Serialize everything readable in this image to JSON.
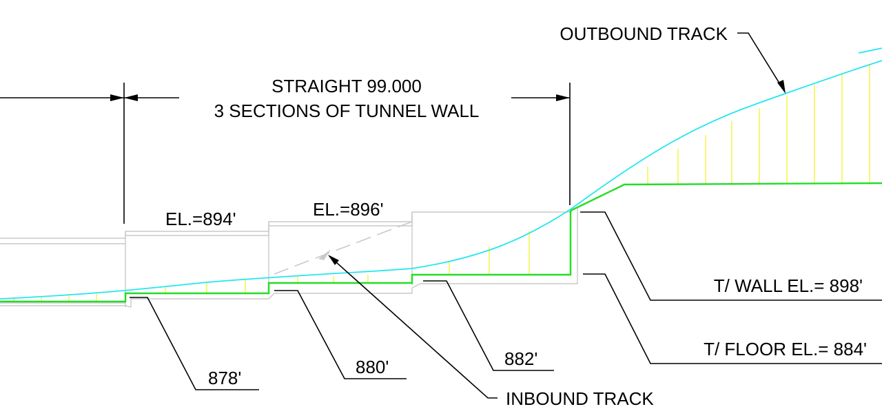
{
  "dimension": {
    "line1": "STRAIGHT 99.000",
    "line2": "3 SECTIONS OF TUNNEL WALL"
  },
  "labels": {
    "outbound_track": "OUTBOUND TRACK",
    "inbound_track": "INBOUND TRACK",
    "el_894": "EL.=894'",
    "el_896": "EL.=896'",
    "wall_el": "T/ WALL EL.= 898'",
    "floor_el": "T/ FLOOR EL.= 884'",
    "el_878": "878'",
    "el_880": "880'",
    "el_882": "882'"
  },
  "colors": {
    "floor_line": "#22dd22",
    "track_line": "#22e6f0",
    "hatch": "#f2f23a",
    "wall_outline": "#c9c9c9",
    "annotation": "#000000"
  }
}
